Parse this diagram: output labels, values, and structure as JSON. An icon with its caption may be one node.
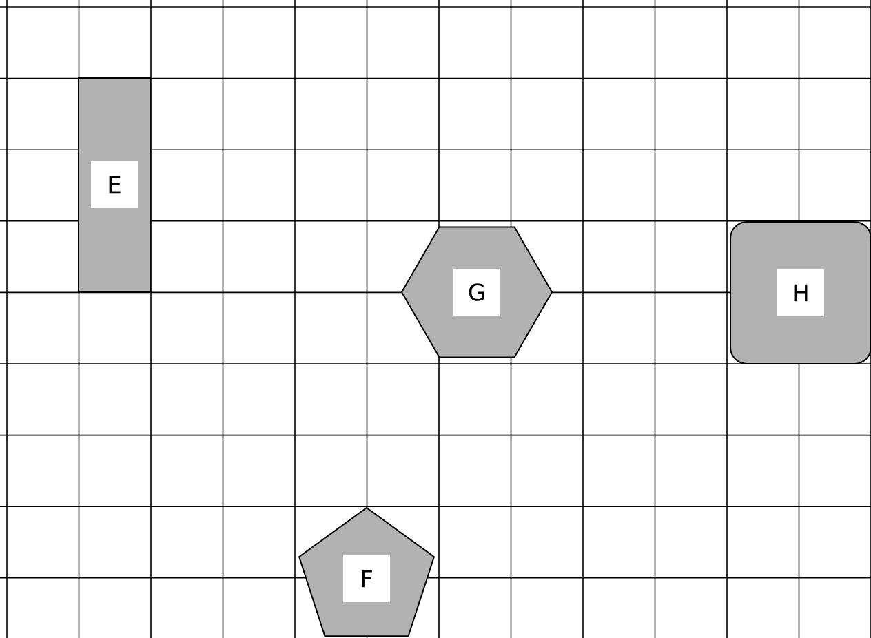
{
  "diagram": {
    "nodes": [
      {
        "text": [
          "E"
        ]
      },
      {
        "text": [
          "G"
        ]
      },
      {
        "text": [
          "H"
        ]
      },
      {
        "text": [
          "F"
        ]
      }
    ]
  }
}
